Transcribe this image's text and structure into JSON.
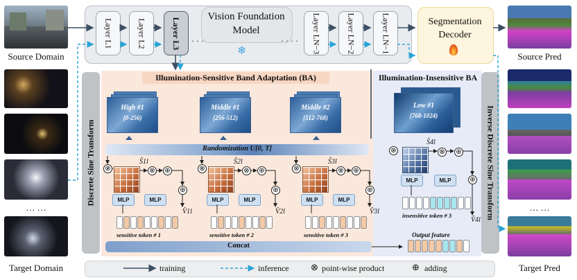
{
  "left_panel": {
    "source_label": "Source Domain",
    "ellipsis": "… …",
    "target_label": "Target Domain"
  },
  "right_panel": {
    "source_pred_label": "Source Pred",
    "ellipsis": "… …",
    "target_pred_label": "Target Pred"
  },
  "vfm": {
    "title": "Vision Foundation\nModel",
    "layers": [
      "Layer L1",
      "Layer L2",
      "Layer L3",
      "Layer LN−3",
      "Layer LN−2",
      "Layer LN−1"
    ],
    "dots_left": "· · ·",
    "dots_right": "· · · ·"
  },
  "decoder": {
    "label": "Segmentation\nDecoder"
  },
  "dst_label": "Discrete Sine Transform",
  "idst_label": "Inverse Discrete Sine Transform",
  "ba_title": "Illumination-Sensitive Band Adaptation (BA)",
  "ins_title": "Illumination-Insensitive BA",
  "bands": [
    {
      "name": "High #1",
      "range": "[0-256)"
    },
    {
      "name": "Middle #1",
      "range": "[256-512)"
    },
    {
      "name": "Middle #2",
      "range": "[512-768)"
    },
    {
      "name": "Low #1",
      "range": "[768-1024)"
    }
  ],
  "randomization": "Randomization U[0, T]",
  "mlp": "MLP",
  "sensitive_tokens": [
    "sensitive token # 1",
    "sensitive token # 2",
    "sensitive token # 3"
  ],
  "insensitive_token": "insensitive token # 3",
  "s_labels": [
    "Ŝ1l",
    "Ŝ2l",
    "Ŝ3l",
    "Ŝ4l"
  ],
  "v_labels": [
    "V̂1l",
    "V̂2l",
    "V̂3l",
    "V̂4l"
  ],
  "concat": "Concat",
  "output_feature": "Output feature",
  "legend": {
    "training": "training",
    "inference": "inference",
    "product": "point-wise product",
    "adding": "adding"
  },
  "colors": {
    "sensitive_bg": "#fbe8dc",
    "insensitive_bg": "#e6ebf7",
    "decoder_bg": "#fdf5dd",
    "token_orange": "#f3c9a6",
    "token_cyan": "#a8e6ee",
    "arrow_training": "#3d4f63",
    "arrow_inference": "#2aa3d6"
  }
}
